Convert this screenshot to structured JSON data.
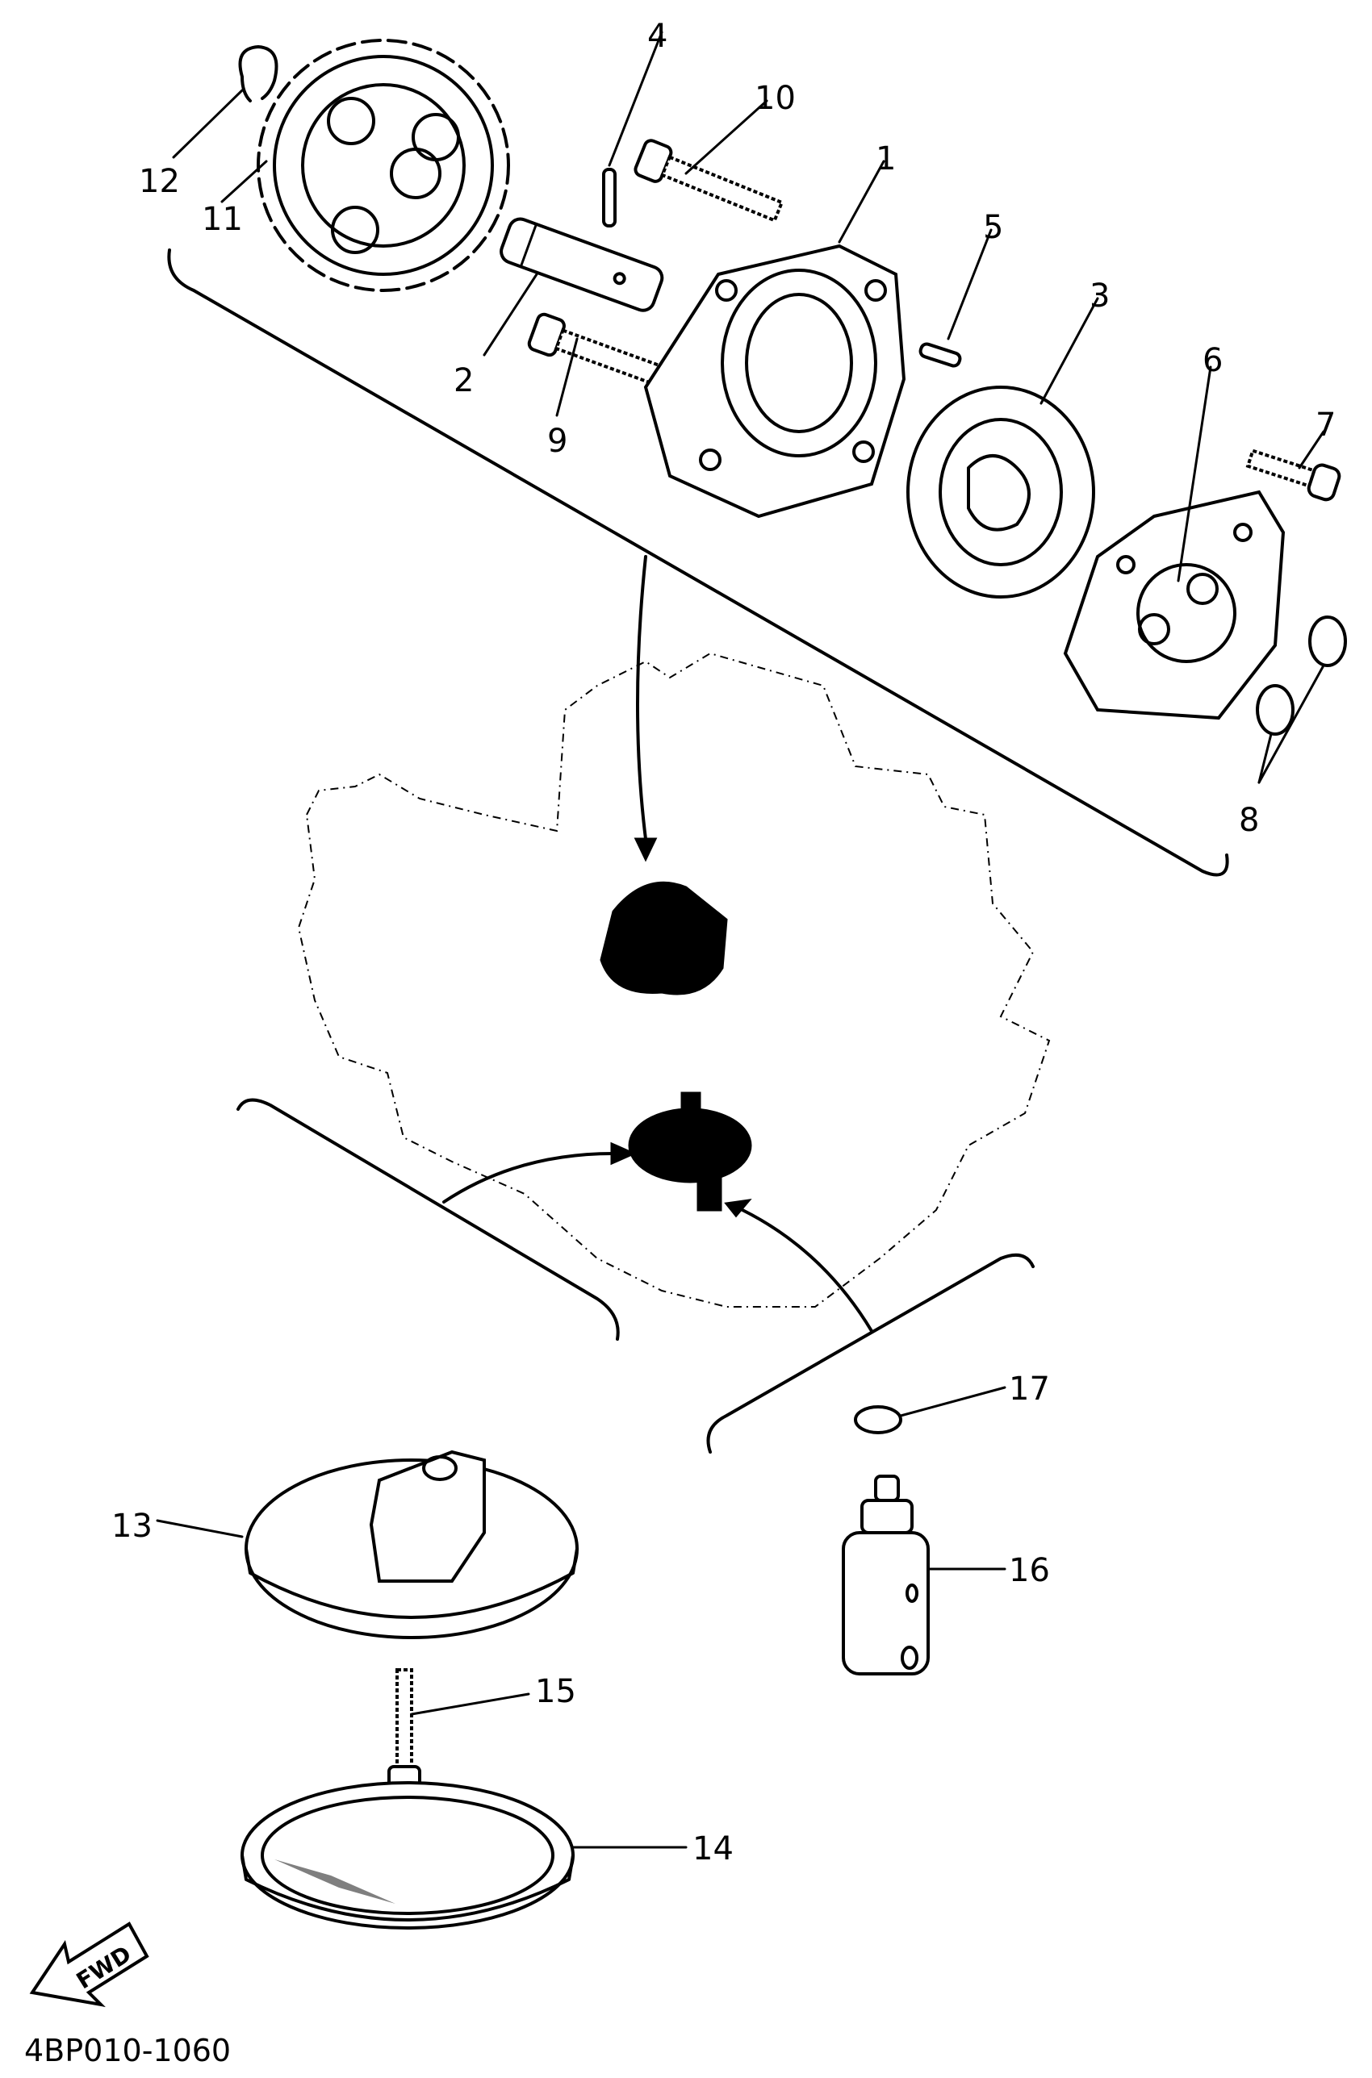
{
  "callouts": {
    "c1": "1",
    "c2": "2",
    "c3": "3",
    "c4": "4",
    "c5": "5",
    "c6": "6",
    "c7": "7",
    "c8": "8",
    "c9": "9",
    "c10": "10",
    "c11": "11",
    "c12": "12",
    "c13": "13",
    "c14": "14",
    "c15": "15",
    "c16": "16",
    "c17": "17"
  },
  "direction_label": "FWD",
  "drawing_code": "4BP010-1060"
}
